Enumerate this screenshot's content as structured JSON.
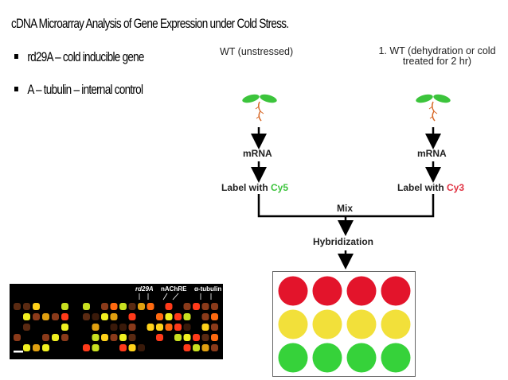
{
  "slide": {
    "title": "cDNA Microarray Analysis of Gene Expression under Cold Stress.",
    "bullets": [
      "rd29A – cold inducible gene",
      "A – tubulin – internal control"
    ]
  },
  "diagram": {
    "left_header": "WT (unstressed)",
    "right_header_line1": "1. WT (dehydration or cold",
    "right_header_line2": "treated for 2 hr)",
    "mrna_left": "mRNA",
    "mrna_right": "mRNA",
    "label_prefix_left": "Label with ",
    "dye_left": "Cy5",
    "label_prefix_right": "Label with ",
    "dye_right": "Cy3",
    "mix": "Mix",
    "hybridization": "Hybridization",
    "dye_colors": {
      "cy5": "#3cc43c",
      "cy3": "#e03040"
    },
    "plate_rows": [
      [
        "#e3142b",
        "#e3142b",
        "#e3142b",
        "#e3142b"
      ],
      [
        "#f2e03a",
        "#f2e03a",
        "#f2e03a",
        "#f2e03a"
      ],
      [
        "#36d23a",
        "#36d23a",
        "#36d23a",
        "#36d23a"
      ]
    ]
  },
  "microarray": {
    "gene_labels": [
      "rd29A",
      "nAChRE",
      "α-tubulin"
    ]
  }
}
